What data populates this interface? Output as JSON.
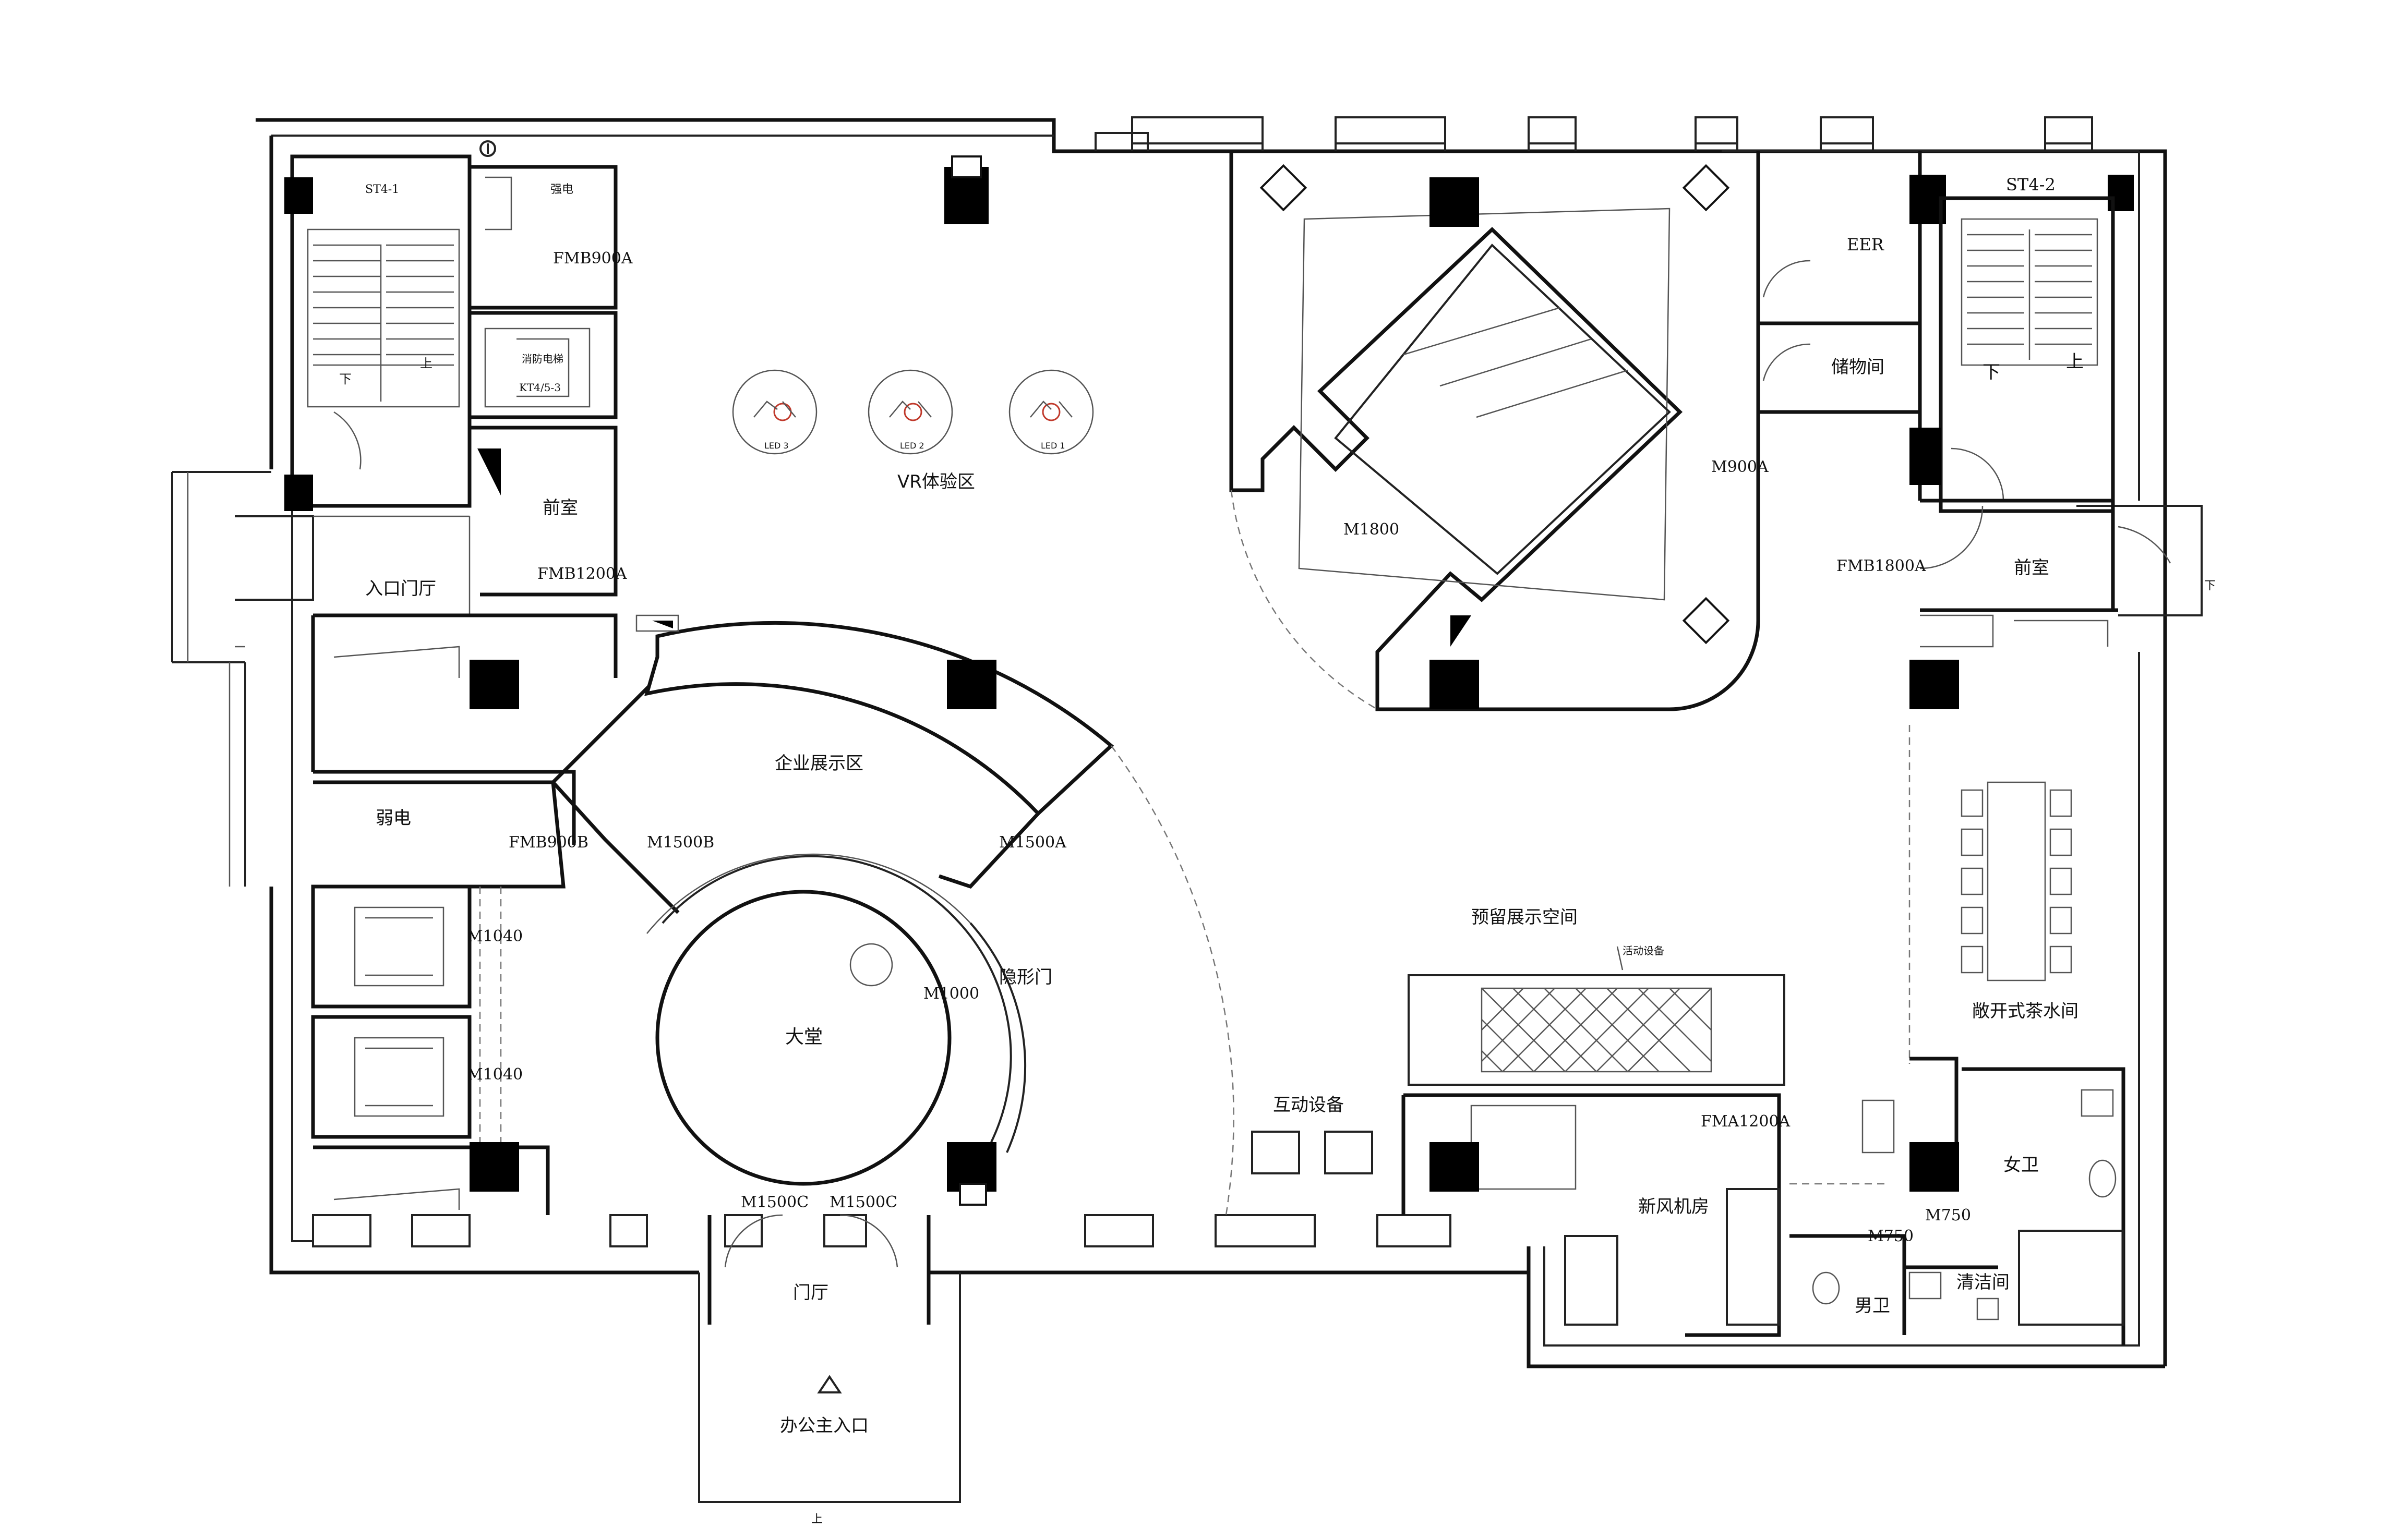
{
  "drawing": {
    "rooms": {
      "vr_zone": "VR体验区",
      "led_3": "LED 3",
      "led_2": "LED 2",
      "led_1": "LED 1",
      "corporate_display": "企业展示区",
      "lobby": "大堂",
      "hidden_door": "隐形门",
      "entry_hall": "入口门厅",
      "weak_current": "弱电",
      "front_room_left": "前室",
      "front_room_right": "前室",
      "strong_current": "强电",
      "fire_elevator": "消防电梯",
      "elevator_code": "KT4/5-3",
      "stair_left": "ST4-1",
      "stair_right": "ST4-2",
      "eer": "EER",
      "storage": "储物间",
      "reserved_display": "预留展示空间",
      "movable_equipment": "活动设备",
      "interactive_equipment": "互动设备",
      "fresh_air_room": "新风机房",
      "pantry": "敞开式茶水间",
      "female_wc": "女卫",
      "male_wc": "男卫",
      "janitor": "清洁间",
      "vestibule": "门厅",
      "main_entrance": "办公主入口"
    },
    "doors": {
      "fmb900a": "FMB900A",
      "fmb1200a": "FMB1200A",
      "fmb900b": "FMB900B",
      "m1500b": "M1500B",
      "m1500a": "M1500A",
      "m1000": "M1000",
      "m1040_a": "M1040",
      "m1040_b": "M1040",
      "m1500c_a": "M1500C",
      "m1500c_b": "M1500C",
      "m1800": "M1800",
      "m900a": "M900A",
      "fmb1800a": "FMB1800A",
      "fma1200a": "FMA1200A",
      "m750_a": "M750",
      "m750_b": "M750"
    },
    "stair_marks": {
      "down_left": "下",
      "up_left": "上",
      "down_right": "下",
      "up_right": "上",
      "down_ramp": "下",
      "up_bottom": "上"
    }
  }
}
